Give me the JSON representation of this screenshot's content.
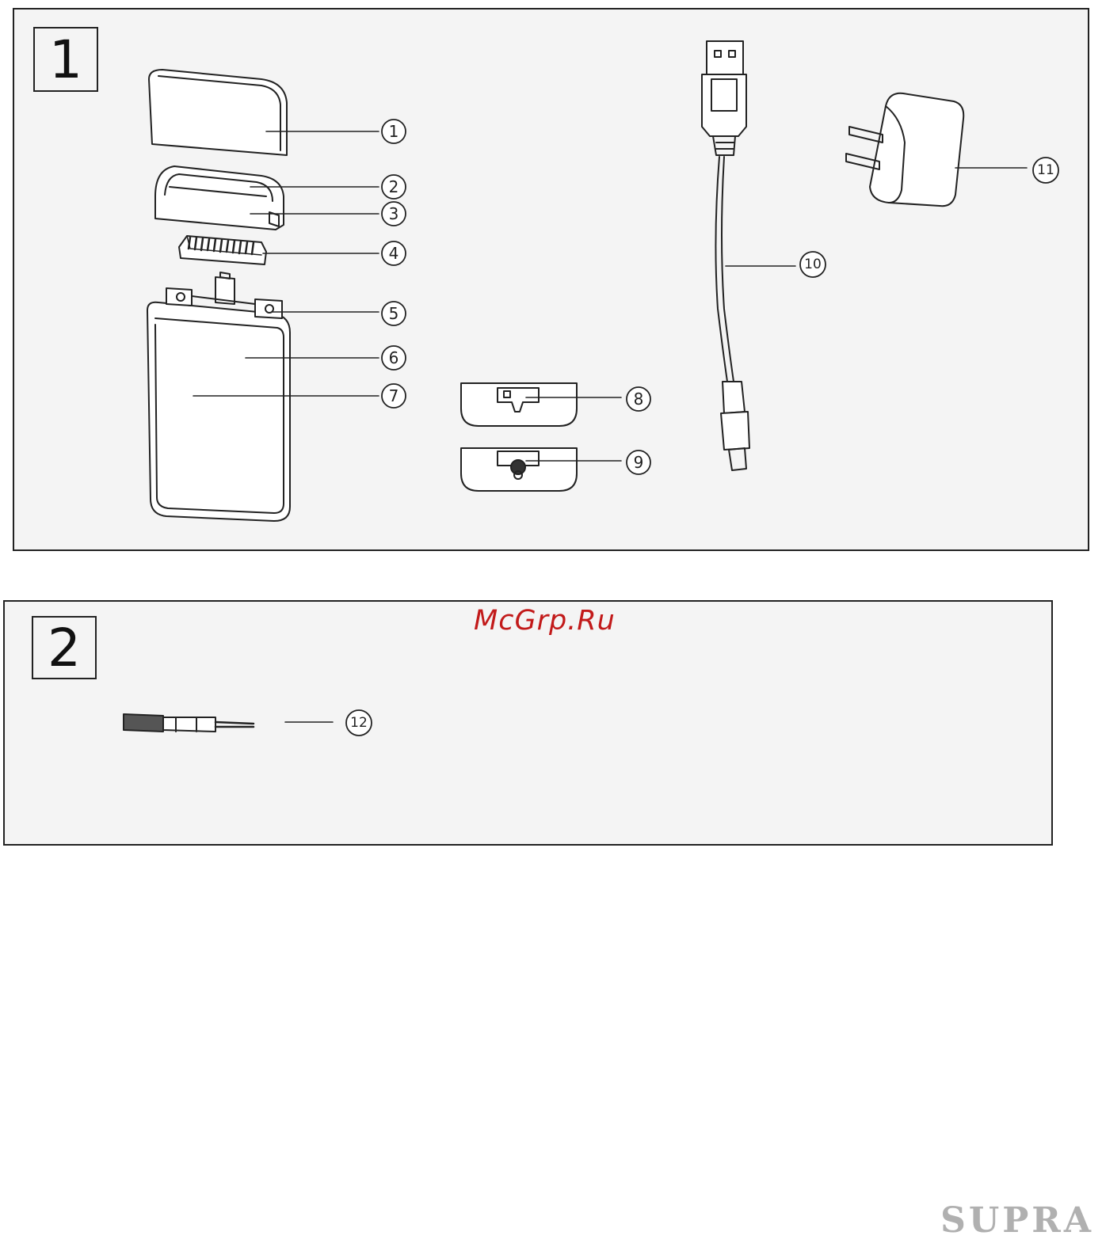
{
  "panels": [
    {
      "number": "1"
    },
    {
      "number": "2"
    }
  ],
  "callouts": [
    "1",
    "2",
    "3",
    "4",
    "5",
    "6",
    "7",
    "8",
    "9",
    "10",
    "11",
    "12"
  ],
  "watermark": "McGrp.Ru",
  "brand": "SUPRA",
  "colors": {
    "watermark": "#c21a1a",
    "brand": "#b0b0b0",
    "panel_bg": "#f4f4f4",
    "line": "#222222"
  },
  "icons": [
    "shaver-cap",
    "foil-frame",
    "cutter-block",
    "shaver-body",
    "end-cap-left",
    "end-cap-right",
    "usb-cable",
    "power-adapter",
    "cleaning-brush"
  ]
}
